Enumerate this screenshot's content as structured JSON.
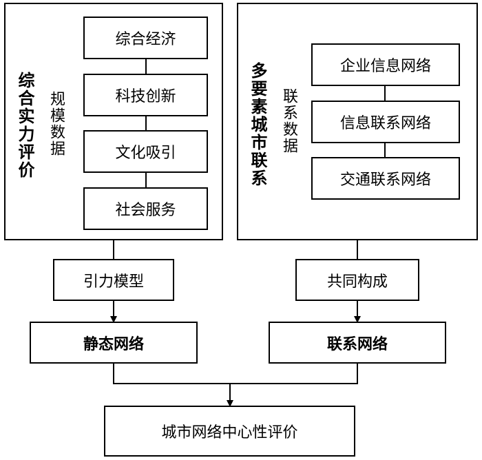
{
  "left_panel": {
    "title": "综合实力评价",
    "data_label": "规模数据",
    "items": [
      "综合经济",
      "科技创新",
      "文化吸引",
      "社会服务"
    ]
  },
  "right_panel": {
    "title": "多要素城市联系",
    "data_label": "联系数据",
    "items": [
      "企业信息网络",
      "信息联系网络",
      "交通联系网络"
    ]
  },
  "left_method": "引力模型",
  "right_method": "共同构成",
  "left_network": "静态网络",
  "right_network": "联系网络",
  "final": "城市网络中心性评价"
}
